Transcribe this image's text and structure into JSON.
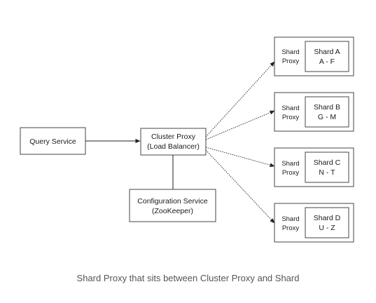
{
  "diagram": {
    "query_service": "Query Service",
    "cluster_proxy": {
      "line1": "Cluster Proxy",
      "line2": "(Load Balancer)"
    },
    "config_service": {
      "line1": "Configuration Service",
      "line2": "(ZooKeeper)"
    },
    "shard_groups": [
      {
        "proxy_line1": "Shard",
        "proxy_line2": "Proxy",
        "shard_name": "Shard A",
        "shard_range": "A - F"
      },
      {
        "proxy_line1": "Shard",
        "proxy_line2": "Proxy",
        "shard_name": "Shard B",
        "shard_range": "G - M"
      },
      {
        "proxy_line1": "Shard",
        "proxy_line2": "Proxy",
        "shard_name": "Shard C",
        "shard_range": "N - T"
      },
      {
        "proxy_line1": "Shard",
        "proxy_line2": "Proxy",
        "shard_name": "Shard D",
        "shard_range": "U - Z"
      }
    ]
  },
  "caption": "Shard Proxy that sits between Cluster Proxy and Shard"
}
